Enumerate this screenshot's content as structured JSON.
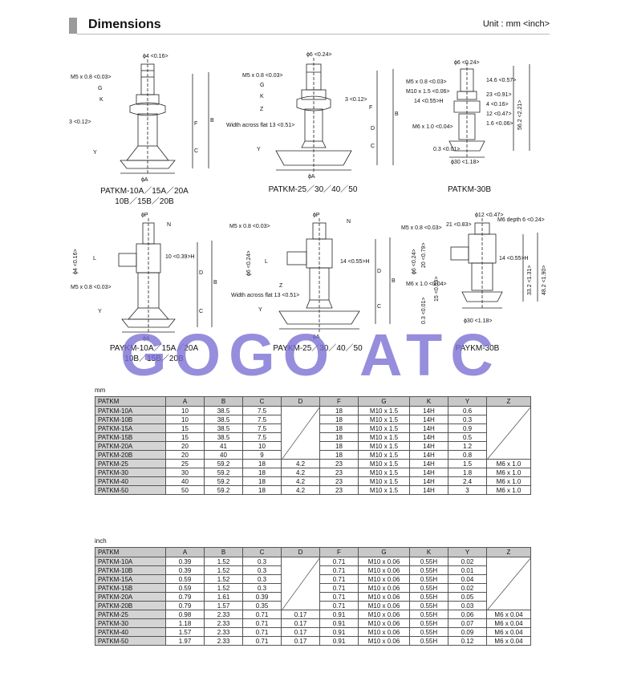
{
  "header": {
    "title": "Dimensions",
    "unit": "Unit : mm <inch>"
  },
  "watermark": "GOGO ATC",
  "drawings": [
    {
      "caption_line1": "PATKM-10A／15A／20A",
      "caption_line2": "10B／15B／20B",
      "labels": {
        "top": "ϕ4 <0.16>",
        "thread": "M5 x 0.8 <0.03>",
        "g": "G",
        "k": "K",
        "dim": "3 <0.12>",
        "y": "Y",
        "f": "F",
        "c": "C",
        "b": "B",
        "a": "ϕA"
      }
    },
    {
      "caption_line1": "PATKM-25／30／40／50",
      "labels": {
        "top": "ϕ6 <0.24>",
        "thread": "M5 x 0.8 <0.03>",
        "g": "G",
        "k": "K",
        "z": "Z",
        "flat": "Width across flat 13 <0.51>",
        "dim": "3 <0.12>",
        "y": "Y",
        "f": "F",
        "d": "D",
        "c": "C",
        "b": "B",
        "a": "ϕA"
      }
    },
    {
      "caption_line1": "PATKM-30B",
      "labels": {
        "top": "ϕ6 <0.24>",
        "thread": "M5 x 0.8 <0.03>",
        "m10": "M10 x 1.5 <0.06>",
        "hex": "14 <0.55>H",
        "m6": "M6 x 1.0 <0.04>",
        "base": "ϕ30 <1.18>",
        "low": "0.3 <0.01>",
        "side1": "14.6 <0.57>",
        "side2": "56.2 <2.21>",
        "side3": "23 <0.91>",
        "side4": "4 <0.16>",
        "side5": "12 <0.47>",
        "side6": "1.6 <0.06>"
      }
    },
    {
      "caption_line1": "PAYKM-10A／15A／20A",
      "caption_line2": "10B／15B／20B",
      "labels": {
        "p": "ϕP",
        "n": "N",
        "left": "ϕ4 <0.16>",
        "l": "L",
        "hex": "10 <0.39>H",
        "thread": "M5 x 0.8 <0.03>",
        "y": "Y",
        "d": "D",
        "c": "C",
        "b": "B",
        "a": "ϕA"
      }
    },
    {
      "caption_line1": "PAYKM-25／30／40／50",
      "labels": {
        "p": "ϕP",
        "thread": "M5 x 0.8 <0.03>",
        "n": "N",
        "left": "ϕ6 <0.24>",
        "l": "L",
        "hex": "14 <0.55>H",
        "z": "Z",
        "flat": "Width across flat 13 <0.51>",
        "y": "Y",
        "d": "D",
        "c": "C",
        "b": "B",
        "a": "ϕA"
      }
    },
    {
      "caption_line1": "PAYKM-30B",
      "labels": {
        "top": "ϕ12 <0.47>",
        "depth": "M6 depth 6 <0.24>",
        "thread": "M5 x 0.8 <0.03>",
        "t21": "21 <0.83>",
        "left1": "ϕ6 <0.24>",
        "left2": "20 <0.79>",
        "hex": "14 <0.55>H",
        "m6": "M6 x 1.0 <0.04>",
        "low1": "15 <0.59>",
        "low2": "0.3 <0.01>",
        "base": "ϕ30 <1.18>",
        "side1": "33.2 <1.31>",
        "side2": "48.2 <1.90>"
      }
    }
  ],
  "tables": [
    {
      "unit": "mm",
      "headers": [
        "PATKM",
        "A",
        "B",
        "C",
        "D",
        "F",
        "G",
        "K",
        "Y",
        "Z"
      ],
      "rows": [
        [
          "PATKM-10A",
          "10",
          "38.5",
          "7.5",
          "",
          "18",
          "M10 x 1.5",
          "14H",
          "0.6",
          ""
        ],
        [
          "PATKM-10B",
          "10",
          "38.5",
          "7.5",
          "",
          "18",
          "M10 x 1.5",
          "14H",
          "0.3",
          ""
        ],
        [
          "PATKM-15A",
          "15",
          "38.5",
          "7.5",
          "",
          "18",
          "M10 x 1.5",
          "14H",
          "0.9",
          ""
        ],
        [
          "PATKM-15B",
          "15",
          "38.5",
          "7.5",
          "",
          "18",
          "M10 x 1.5",
          "14H",
          "0.5",
          ""
        ],
        [
          "PATKM-20A",
          "20",
          "41",
          "10",
          "",
          "18",
          "M10 x 1.5",
          "14H",
          "1.2",
          ""
        ],
        [
          "PATKM-20B",
          "20",
          "40",
          "9",
          "",
          "18",
          "M10 x 1.5",
          "14H",
          "0.8",
          ""
        ],
        [
          "PATKM-25",
          "25",
          "59.2",
          "18",
          "4.2",
          "23",
          "M10 x 1.5",
          "14H",
          "1.5",
          "M6 x 1.0"
        ],
        [
          "PATKM-30",
          "30",
          "59.2",
          "18",
          "4.2",
          "23",
          "M10 x 1.5",
          "14H",
          "1.8",
          "M6 x 1.0"
        ],
        [
          "PATKM-40",
          "40",
          "59.2",
          "18",
          "4.2",
          "23",
          "M10 x 1.5",
          "14H",
          "2.4",
          "M6 x 1.0"
        ],
        [
          "PATKM-50",
          "50",
          "59.2",
          "18",
          "4.2",
          "23",
          "M10 x 1.5",
          "14H",
          "3",
          "M6 x 1.0"
        ]
      ]
    },
    {
      "unit": "inch",
      "headers": [
        "PATKM",
        "A",
        "B",
        "C",
        "D",
        "F",
        "G",
        "K",
        "Y",
        "Z"
      ],
      "rows": [
        [
          "PATKM-10A",
          "0.39",
          "1.52",
          "0.3",
          "",
          "0.71",
          "M10 x 0.06",
          "0.55H",
          "0.02",
          ""
        ],
        [
          "PATKM-10B",
          "0.39",
          "1.52",
          "0.3",
          "",
          "0.71",
          "M10 x 0.06",
          "0.55H",
          "0.01",
          ""
        ],
        [
          "PATKM-15A",
          "0.59",
          "1.52",
          "0.3",
          "",
          "0.71",
          "M10 x 0.06",
          "0.55H",
          "0.04",
          ""
        ],
        [
          "PATKM-15B",
          "0.59",
          "1.52",
          "0.3",
          "",
          "0.71",
          "M10 x 0.06",
          "0.55H",
          "0.02",
          ""
        ],
        [
          "PATKM-20A",
          "0.79",
          "1.61",
          "0.39",
          "",
          "0.71",
          "M10 x 0.06",
          "0.55H",
          "0.05",
          ""
        ],
        [
          "PATKM-20B",
          "0.79",
          "1.57",
          "0.35",
          "",
          "0.71",
          "M10 x 0.06",
          "0.55H",
          "0.03",
          ""
        ],
        [
          "PATKM-25",
          "0.98",
          "2.33",
          "0.71",
          "0.17",
          "0.91",
          "M10 x 0.06",
          "0.55H",
          "0.06",
          "M6 x 0.04"
        ],
        [
          "PATKM-30",
          "1.18",
          "2.33",
          "0.71",
          "0.17",
          "0.91",
          "M10 x 0.06",
          "0.55H",
          "0.07",
          "M6 x 0.04"
        ],
        [
          "PATKM-40",
          "1.57",
          "2.33",
          "0.71",
          "0.17",
          "0.91",
          "M10 x 0.06",
          "0.55H",
          "0.09",
          "M6 x 0.04"
        ],
        [
          "PATKM-50",
          "1.97",
          "2.33",
          "0.71",
          "0.17",
          "0.91",
          "M10 x 0.06",
          "0.55H",
          "0.12",
          "M6 x 0.04"
        ]
      ]
    }
  ]
}
